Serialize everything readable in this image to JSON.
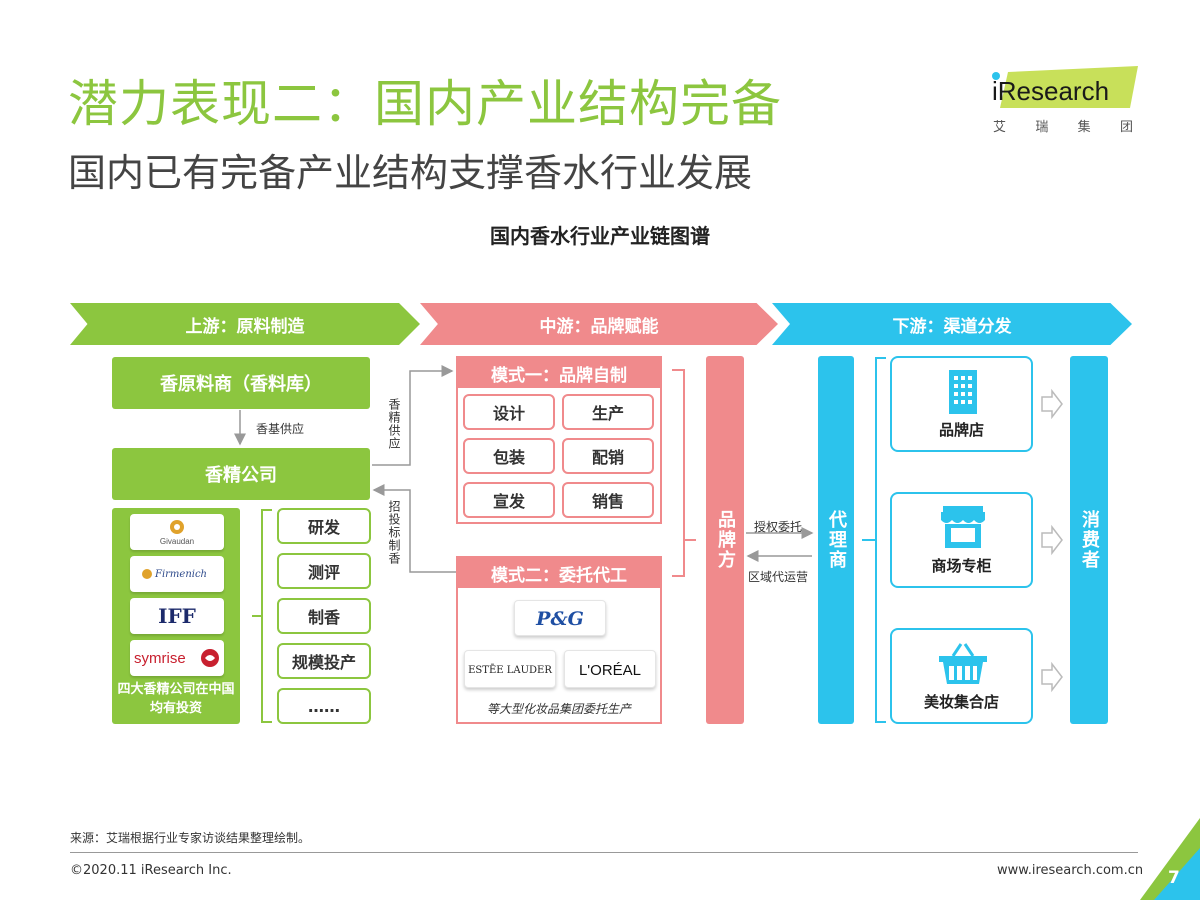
{
  "header": {
    "title": "潜力表现二：国内产业结构完备",
    "subtitle": "国内已有完备产业结构支撑香水行业发展"
  },
  "logo": {
    "brand": "iResearch",
    "cn_chars": [
      "艾",
      "瑞",
      "集",
      "团"
    ]
  },
  "diagram": {
    "title": "国内香水行业产业链图谱",
    "stages": {
      "upstream": "上游：原料制造",
      "midstream": "中游：品牌赋能",
      "downstream": "下游：渠道分发"
    },
    "upstream": {
      "raw_supplier": "香原料商（香料库）",
      "flavor_supply_label": "香基供应",
      "fragrance_company": "香精公司",
      "investors": [
        "Givaudan",
        "Firmenich",
        "IFF",
        "symrise"
      ],
      "investors_note": "四大香精公司在中国均有投资",
      "capabilities": [
        "研发",
        "测评",
        "制香",
        "规模投产",
        "……"
      ],
      "arrow_to_mid_label": "香精供应",
      "arrow_from_mid_label": "招投标制香"
    },
    "midstream": {
      "mode1_title": "模式一：品牌自制",
      "mode1_items": [
        "设计",
        "生产",
        "包装",
        "配销",
        "宣发",
        "销售"
      ],
      "mode2_title": "模式二：委托代工",
      "mode2_companies": [
        "P&G",
        "ESTĒE LAUDER",
        "L'ORÉAL"
      ],
      "mode2_note": "等大型化妆品集团委托生产",
      "brand_owner": "品牌方"
    },
    "downstream": {
      "authorize_label": "授权委托",
      "region_label": "区域代运营",
      "agent": "代理商",
      "channels": [
        "品牌店",
        "商场专柜",
        "美妆集合店"
      ],
      "consumer": "消费者"
    }
  },
  "footer": {
    "source": "来源：艾瑞根据行业专家访谈结果整理绘制。",
    "copyright": "©2020.11 iResearch Inc.",
    "url": "www.iresearch.com.cn",
    "page": "7"
  },
  "colors": {
    "green": "#8cc63f",
    "pink": "#f08a8c",
    "blue": "#2cc3ec"
  }
}
